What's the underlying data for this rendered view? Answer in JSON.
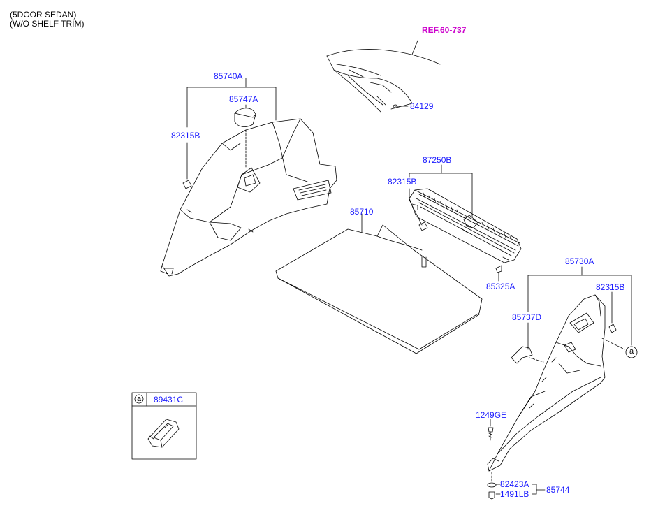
{
  "header": {
    "line1": "(5DOOR SEDAN)",
    "line2": "(W/O SHELF TRIM)"
  },
  "reference": "REF.60-737",
  "parts": {
    "p85740A": "85740A",
    "p85747A": "85747A",
    "p82315B_left": "82315B",
    "p84129": "84129",
    "p87250B": "87250B",
    "p82315B_mid": "82315B",
    "p85710": "85710",
    "p85325A": "85325A",
    "p85730A": "85730A",
    "p82315B_right": "82315B",
    "p85737D": "85737D",
    "p1249GE": "1249GE",
    "p82423A": "82423A",
    "p1491LB": "1491LB",
    "p85744": "85744"
  },
  "callouts": {
    "a_marker": "a",
    "inset_marker": "a",
    "inset_code": "89431C"
  },
  "colors": {
    "part_label": "#1a1aff",
    "reference_label": "#cc00cc",
    "linework": "#000000"
  }
}
